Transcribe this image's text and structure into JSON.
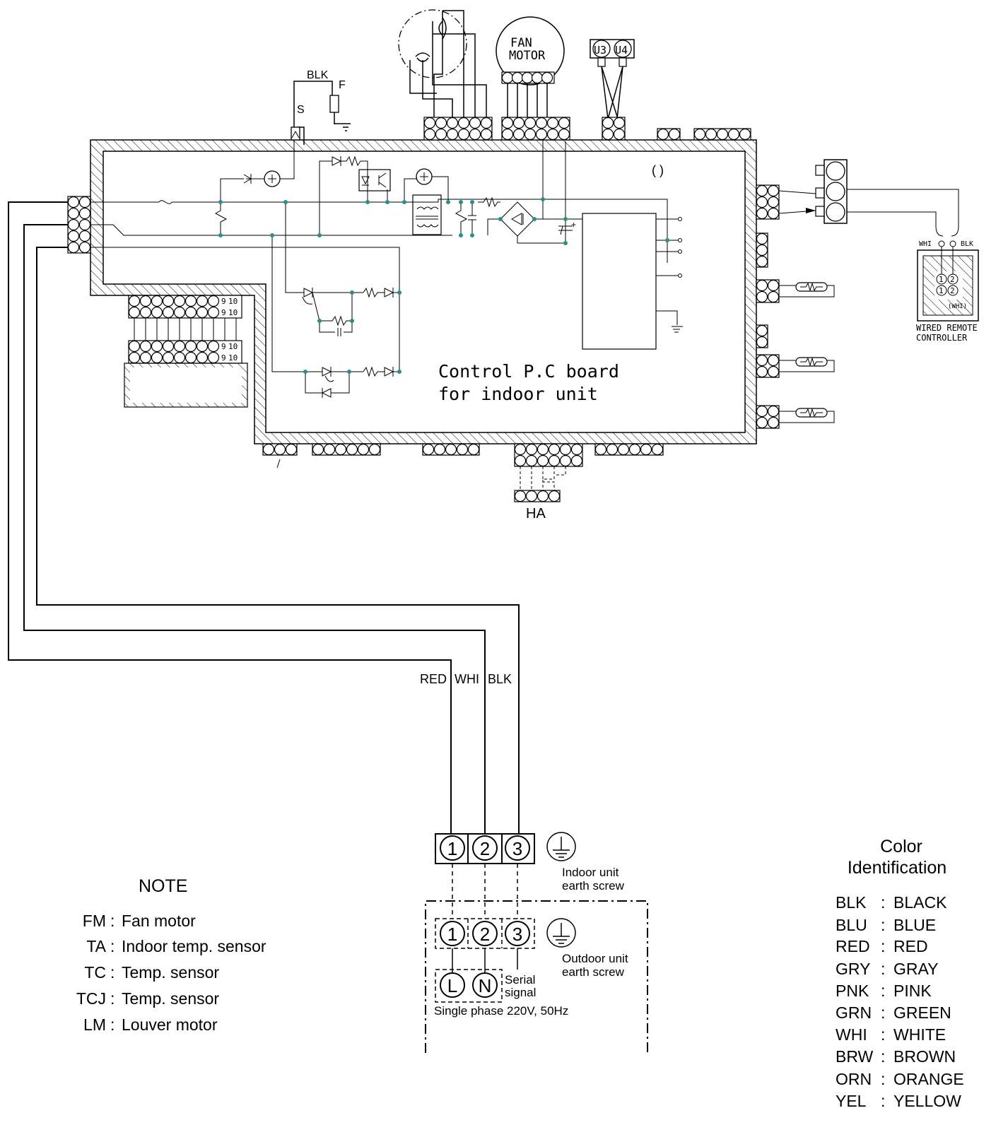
{
  "board": {
    "title_line1": "Control P.C board",
    "title_line2": "for indoor unit"
  },
  "top_labels": {
    "blk": "BLK",
    "f": "F",
    "s": "S",
    "fan_motor_line1": "FAN",
    "fan_motor_line2": "MOTOR",
    "u3": "U3",
    "u4": "U4",
    "paren": "(      )"
  },
  "ha_label": "HA",
  "connector_pins": {
    "p9": "9",
    "p10": "10"
  },
  "wire_labels": [
    "RED",
    "WHI",
    "BLK"
  ],
  "remote": {
    "whi": "WHI",
    "blk": "BLK",
    "pin1": "1",
    "pin2": "2",
    "color": "(WHI)",
    "name_line1": "WIRED REMOTE",
    "name_line2": "CONTROLLER"
  },
  "indoor_terminal": {
    "pins": [
      "1",
      "2",
      "3"
    ],
    "earth_line1": "Indoor unit",
    "earth_line2": "earth screw"
  },
  "outdoor_terminal": {
    "pins": [
      "1",
      "2",
      "3"
    ],
    "earth_line1": "Outdoor unit",
    "earth_line2": "earth screw",
    "power_pins": [
      "L",
      "N"
    ],
    "serial_line1": "Serial",
    "serial_line2": "signal",
    "supply": "Single phase 220V, 50Hz"
  },
  "note": {
    "title": "NOTE",
    "items": [
      {
        "code": "FM",
        "desc": "Fan motor"
      },
      {
        "code": "TA",
        "desc": "Indoor temp. sensor"
      },
      {
        "code": "TC",
        "desc": "Temp. sensor"
      },
      {
        "code": "TCJ",
        "desc": "Temp. sensor"
      },
      {
        "code": "LM",
        "desc": "Louver motor"
      }
    ]
  },
  "color_id": {
    "title_line1": "Color",
    "title_line2": "Identification",
    "items": [
      {
        "code": "BLK",
        "name": "BLACK"
      },
      {
        "code": "BLU",
        "name": "BLUE"
      },
      {
        "code": "RED",
        "name": "RED"
      },
      {
        "code": "GRY",
        "name": "GRAY"
      },
      {
        "code": "PNK",
        "name": "PINK"
      },
      {
        "code": "GRN",
        "name": "GREEN"
      },
      {
        "code": "WHI",
        "name": "WHITE"
      },
      {
        "code": "BRW",
        "name": "BROWN"
      },
      {
        "code": "ORN",
        "name": "ORANGE"
      },
      {
        "code": "YEL",
        "name": "YELLOW"
      }
    ]
  }
}
